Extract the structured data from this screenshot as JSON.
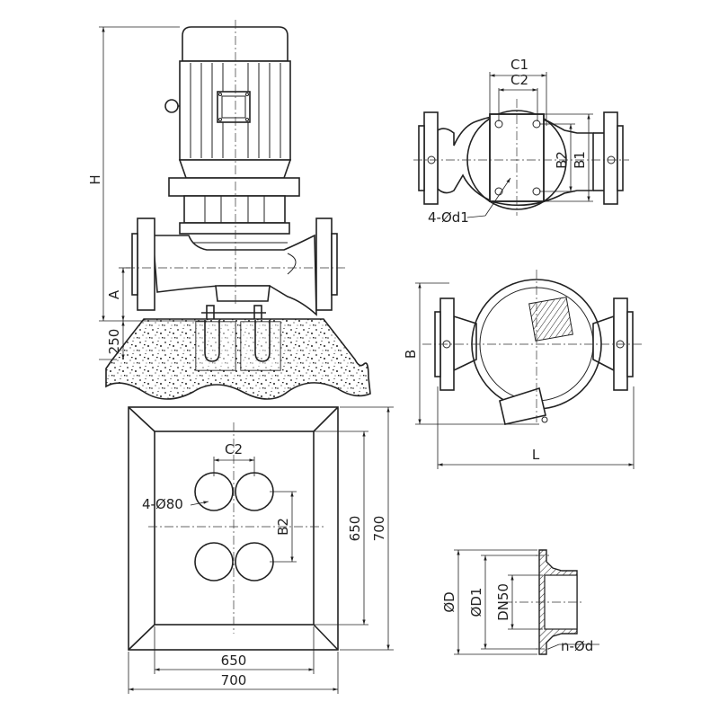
{
  "labels": {
    "height": "H",
    "axis_height": "A",
    "base_height": "250",
    "top_c1": "C1",
    "top_c2": "C2",
    "top_b2": "B2",
    "top_b1": "B1",
    "top_bolts": "4-Ød1",
    "plan_b": "B",
    "plan_l": "L",
    "base_c2": "C2",
    "base_holes": "4-Ø80",
    "base_b2": "B2",
    "base_inner_h": "650",
    "base_outer_h": "700",
    "base_inner_w": "650",
    "base_outer_w": "700",
    "flange_d": "ØD",
    "flange_d1": "ØD1",
    "flange_dn": "DN50",
    "flange_bolts": "n-Ød"
  },
  "colors": {
    "line": "#222222",
    "background": "#ffffff",
    "hatch": "#222222"
  }
}
